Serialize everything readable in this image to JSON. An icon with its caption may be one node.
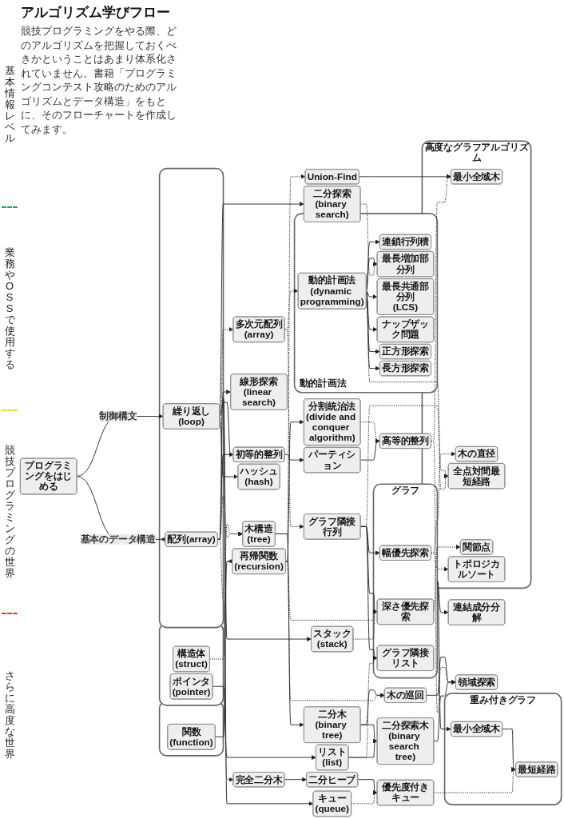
{
  "diagram": {
    "title": "アルゴリズム学びフロー",
    "nodes": [
      {
        "text": [
          "プログラミングをはじめる"
        ]
      },
      {
        "text": [],
        "shape": "box"
      },
      {
        "text": [
          "配列(array)"
        ],
        "in": 1
      },
      {
        "text": [
          "繰り返し(loop)"
        ],
        "in": 1
      },
      {
        "text": [],
        "shape": "box"
      },
      {
        "text": [
          "構造体",
          "(struct)"
        ],
        "in": 4
      },
      {
        "text": [
          "ポインタ",
          "(pointer)"
        ],
        "in": 4
      },
      {
        "text": [],
        "shape": "box"
      },
      {
        "text": [
          "関数",
          "(function)"
        ],
        "in": 7
      },
      {
        "text": [
          "初等的整列"
        ]
      },
      {
        "text": [
          "リスト",
          "(list)"
        ]
      },
      {
        "text": [
          "多次元配列",
          "(array)"
        ]
      },
      {
        "text": [
          "線形探索",
          "(linear search)"
        ]
      },
      {
        "text": [
          "二分探索",
          "(binary search)"
        ]
      },
      {
        "text": [
          "キュー",
          "(queue)"
        ]
      },
      {
        "text": [
          "スタック",
          "(stack)"
        ]
      },
      {
        "text": [
          "完全二分木"
        ]
      },
      {
        "text": [
          "ハッシュ",
          "(hash)"
        ]
      },
      {
        "text": [
          "木構造",
          "(tree)"
        ]
      },
      {
        "text": [
          "再帰関数",
          "(recursion)"
        ]
      },
      {
        "text": [
          "二分ヒープ"
        ]
      },
      {
        "text": [
          "二分木",
          "(binary tree)"
        ]
      },
      {
        "text": [
          "パーティション"
        ]
      },
      {
        "text": [
          "優先度付きキュー"
        ]
      },
      {
        "text": [
          "二分探索木",
          "(binary search tree)"
        ]
      },
      {
        "text": [
          "高等的整列"
        ]
      },
      {
        "text": [
          "分割統治法",
          "(divide and conquer algorithm)"
        ]
      },
      {
        "text": [
          "木の巡回"
        ]
      },
      {
        "text": [
          "グラフ隣接行列"
        ]
      },
      {
        "text": [
          "グラフ"
        ]
      },
      {
        "text": [
          "深さ優先探索"
        ],
        "in": 29
      },
      {
        "text": [
          "幅優先探索"
        ],
        "in": 29
      },
      {
        "text": [
          "グラフ隣接リスト"
        ],
        "in": 29
      },
      {
        "text": [
          "動的計画法"
        ]
      },
      {
        "text": [
          "動的計画法",
          "(dynamic programming)"
        ],
        "in": 33
      },
      {
        "text": [
          "連鎖行列積"
        ],
        "in": 33
      },
      {
        "text": [
          "最長増加部分列"
        ],
        "in": 33
      },
      {
        "text": [
          "最長共通部分列",
          "(LCS)"
        ],
        "in": 33
      },
      {
        "text": [
          "ナップザック問題"
        ],
        "in": 33
      },
      {
        "text": [
          "正方形探索"
        ],
        "in": 33
      },
      {
        "text": [
          "長方形探索"
        ],
        "in": 33
      },
      {
        "text": [
          "連結成分分解"
        ]
      },
      {
        "text": [
          "重み付きグラフ"
        ]
      },
      {
        "text": [
          "最小全域木"
        ],
        "in": 42
      },
      {
        "text": [
          "最短経路"
        ],
        "in": 42
      },
      {
        "text": [
          "領域探索"
        ]
      },
      {
        "text": [
          "Union-Find"
        ]
      },
      {
        "text": [
          "高度なグラフアルゴリズム"
        ]
      },
      {
        "text": [
          "最小全域木"
        ],
        "in": 47
      },
      {
        "text": [
          "木の直径"
        ],
        "in": 47
      },
      {
        "text": [
          "全点対間最短経路"
        ],
        "in": 47
      },
      {
        "text": [
          "関節点"
        ],
        "in": 47
      },
      {
        "text": [
          "トポロジカルソート"
        ],
        "in": 47
      }
    ],
    "edges": [
      {
        "from": 0,
        "to": 2,
        "arrow": "to",
        "label": "基本のデータ構造"
      },
      {
        "from": 0,
        "to": 3,
        "arrow": "to",
        "label": "制御構文"
      },
      {
        "from": 2,
        "to": 11,
        "arrow": "to",
        "style": "dashed"
      },
      {
        "from": 2,
        "to": 16,
        "arrow": "to",
        "style": "dashed"
      },
      {
        "from": 2,
        "to": 9,
        "arrow": "to"
      },
      {
        "from": 3,
        "to": 9,
        "arrow": "to"
      },
      {
        "from": 2,
        "to": 12,
        "arrow": "to"
      },
      {
        "from": 3,
        "to": 13,
        "arrow": "to"
      },
      {
        "from": 2,
        "to": 18,
        "arrow": "to",
        "style": "dashed"
      },
      {
        "from": 3,
        "to": 17,
        "arrow": "to"
      },
      {
        "from": 1,
        "to": 14,
        "arrow": "to"
      },
      {
        "from": 1,
        "to": 15,
        "arrow": "to"
      },
      {
        "from": 5,
        "to": 18,
        "arrow": "to",
        "style": "dashed"
      },
      {
        "from": 6,
        "to": 10,
        "arrow": "to"
      },
      {
        "from": 8,
        "to": 19,
        "arrow": "to"
      },
      {
        "from": 9,
        "to": 22,
        "arrow": "to"
      },
      {
        "from": 10,
        "to": 24,
        "arrow": "to"
      },
      {
        "from": 10,
        "to": 32,
        "arrow": "to",
        "style": "dashed"
      },
      {
        "from": 11,
        "to": 28,
        "arrow": "to",
        "style": "dashed"
      },
      {
        "from": 11,
        "to": 34,
        "arrow": "to",
        "style": "dashed"
      },
      {
        "from": 13,
        "to": 36,
        "arrow": "to",
        "style": "dashed"
      },
      {
        "from": 14,
        "to": 23,
        "arrow": "to",
        "style": "dashed"
      },
      {
        "from": 15,
        "to": 30,
        "arrow": "to",
        "style": "dashed"
      },
      {
        "from": 16,
        "to": 20,
        "arrow": "to"
      },
      {
        "from": 18,
        "to": 21,
        "arrow": "to"
      },
      {
        "from": 18,
        "to": 46,
        "arrow": "to",
        "style": "dashed"
      },
      {
        "from": 19,
        "to": 26,
        "arrow": "to"
      },
      {
        "from": 19,
        "to": 30,
        "arrow": "to",
        "style": "dashed"
      },
      {
        "from": 19,
        "to": 27,
        "arrow": "to",
        "style": "dashed"
      },
      {
        "from": 20,
        "to": 23,
        "arrow": "to"
      },
      {
        "from": 21,
        "to": 24,
        "arrow": "to"
      },
      {
        "from": 21,
        "to": 27,
        "arrow": "to"
      },
      {
        "from": 22,
        "to": 25,
        "arrow": "to"
      },
      {
        "from": 23,
        "to": 44,
        "arrow": "to",
        "style": "dashed"
      },
      {
        "from": 24,
        "to": 45,
        "arrow": "to"
      },
      {
        "from": 25,
        "to": 45,
        "arrow": "to",
        "style": "dashed"
      },
      {
        "from": 25,
        "to": 48,
        "arrow": "to",
        "style": "dashed"
      },
      {
        "from": 26,
        "to": 25,
        "arrow": "to",
        "style": "dashed"
      },
      {
        "from": 27,
        "to": 45,
        "arrow": "to"
      },
      {
        "from": 28,
        "to": 30,
        "arrow": "to"
      },
      {
        "from": 28,
        "to": 31,
        "arrow": "to"
      },
      {
        "from": 28,
        "to": 32,
        "arrow": "to"
      },
      {
        "from": 28,
        "to": 50,
        "arrow": "to",
        "style": "dashed"
      },
      {
        "from": 29,
        "to": 41,
        "arrow": "to"
      },
      {
        "from": 29,
        "to": 43,
        "arrow": "to"
      },
      {
        "from": 30,
        "to": 51,
        "arrow": "to",
        "style": "dashed"
      },
      {
        "from": 31,
        "to": 49,
        "arrow": "to",
        "style": "dashed"
      },
      {
        "from": 31,
        "to": 52,
        "arrow": "to",
        "style": "dashed"
      },
      {
        "from": 34,
        "to": 35,
        "arrow": "to"
      },
      {
        "from": 34,
        "to": 36,
        "arrow": "to"
      },
      {
        "from": 34,
        "to": 37,
        "arrow": "to"
      },
      {
        "from": 34,
        "to": 38,
        "arrow": "to"
      },
      {
        "from": 34,
        "to": 39,
        "arrow": "to"
      },
      {
        "from": 34,
        "to": 40,
        "arrow": "to"
      },
      {
        "from": 34,
        "to": 50,
        "arrow": "to",
        "style": "dashed"
      },
      {
        "from": 43,
        "to": 44,
        "arrow": "to"
      },
      {
        "from": 46,
        "to": 48,
        "arrow": "to"
      }
    ],
    "labels": [
      "競技プログラミングをやる際、どのアルゴリズムを把握しておくべきかということはあまり体系化されていません。書籍「プログラミングコンテスト攻略のためのアルゴリズムとデータ構造」をもとに、そのフローチャートを作成してみます。",
      "基本情報レベル",
      "業務やOSSで使用する",
      "競技プログラミングの世界",
      "さらに高度な世界"
    ]
  }
}
